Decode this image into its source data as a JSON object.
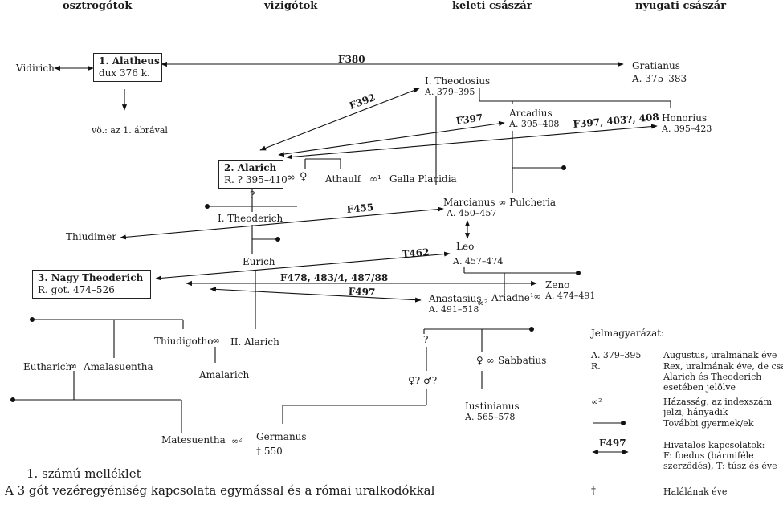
{
  "headers": {
    "ostrogoths": "osztrogótok",
    "visigoths": "vizigótok",
    "eastern_emperor": "keleti császár",
    "western_emperor": "nyugati császár"
  },
  "leaders": {
    "alatheus": {
      "name": "1. Alatheus",
      "detail": "dux 376 k."
    },
    "alarich": {
      "name": "2. Alarich",
      "detail": "R. ? 395–410"
    },
    "theoderich": {
      "name": "3. Nagy Theoderich",
      "detail": "R. got. 474–526"
    }
  },
  "persons": {
    "vidirich": "Vidirich",
    "gratianus": "Gratianus",
    "gratianus_reign": "A. 375–383",
    "theodosius": "I. Theodosius",
    "theodosius_reign": "A. 379–395",
    "arcadius": "Arcadius",
    "arcadius_reign": "A. 395–408",
    "honorius": "Honorius",
    "honorius_reign": "A. 395–423",
    "athaulf": "Athaulf",
    "galla_placidia": "Galla Placidia",
    "marcianus_pulcheria": "Marcianus ∞ Pulcheria",
    "marcianus_reign": "A. 450–457",
    "theoderich_i": "I. Theoderich",
    "thiudimer": "Thiudimer",
    "eurich": "Eurich",
    "leo": "Leo",
    "leo_reign": "A. 457–474",
    "zeno": "Zeno",
    "zeno_reign": "A. 474–491",
    "ariadne": "Ariadne",
    "anastasius": "Anastasius",
    "anastasius_reign": "A. 491–518",
    "thiudigotho": "Thiudigotho",
    "alarich_ii": "II. Alarich",
    "amalarich": "Amalarich",
    "eutharich": "Eutharich",
    "amalasuentha": "Amalasuentha",
    "sabbatius": "Sabbatius",
    "iustinianus": "Iustinianus",
    "iustinianus_reign": "A. 565–578",
    "matesuentha": "Matesuentha",
    "germanus": "Germanus",
    "germanus_death": "† 550"
  },
  "symbols": {
    "alarich_marriage": "∞",
    "alarich_female": "♀",
    "athaulf_marriage": "∞¹",
    "ariadne_marriage": "¹∞",
    "anastasius_marriage": "∞²",
    "thiudigotho_marriage": "∞",
    "eutharich_marriage": "∞",
    "matesuentha_marriage": "∞²",
    "sabbatius_female": "♀ ∞",
    "unknown_children": "♀? ♂?",
    "question_alarich": "?",
    "question_anastasius": "?"
  },
  "note": "vö.: az 1. ábrával",
  "relations": {
    "f380": "F380",
    "f392": "F392",
    "f397": "F397",
    "f397b": "F397, 403?, 408",
    "f455": "F455",
    "t462": "T462",
    "f478": "F478, 483/4, 487/88",
    "f497": "F497"
  },
  "legend": {
    "title": "Jelmagyarázat:",
    "items": [
      {
        "key": "A. 379–395",
        "lines": [
          "Augustus, uralmának éve"
        ]
      },
      {
        "key": "R.",
        "lines": [
          "Rex, uralmának éve, de csak",
          "Alarich és Theoderich",
          "esetében jelölve"
        ]
      },
      {
        "key": "∞²",
        "lines": [
          "Házasság, az indexszám",
          "jelzi, hányadik"
        ]
      },
      {
        "key": "",
        "lines": [
          "További gyermek/ek"
        ]
      },
      {
        "key": "F497",
        "lines": [
          "Hivatalos kapcsolatok:",
          "F: foedus (bármiféle",
          "szerződés), T: túsz és éve"
        ]
      },
      {
        "key": "†",
        "lines": [
          "Halálának éve"
        ]
      }
    ]
  },
  "caption": {
    "line1": "1. számú melléklet",
    "line2": "A 3 gót vezéregyéniség kapcsolata egymással és a római uralkodókkal"
  }
}
